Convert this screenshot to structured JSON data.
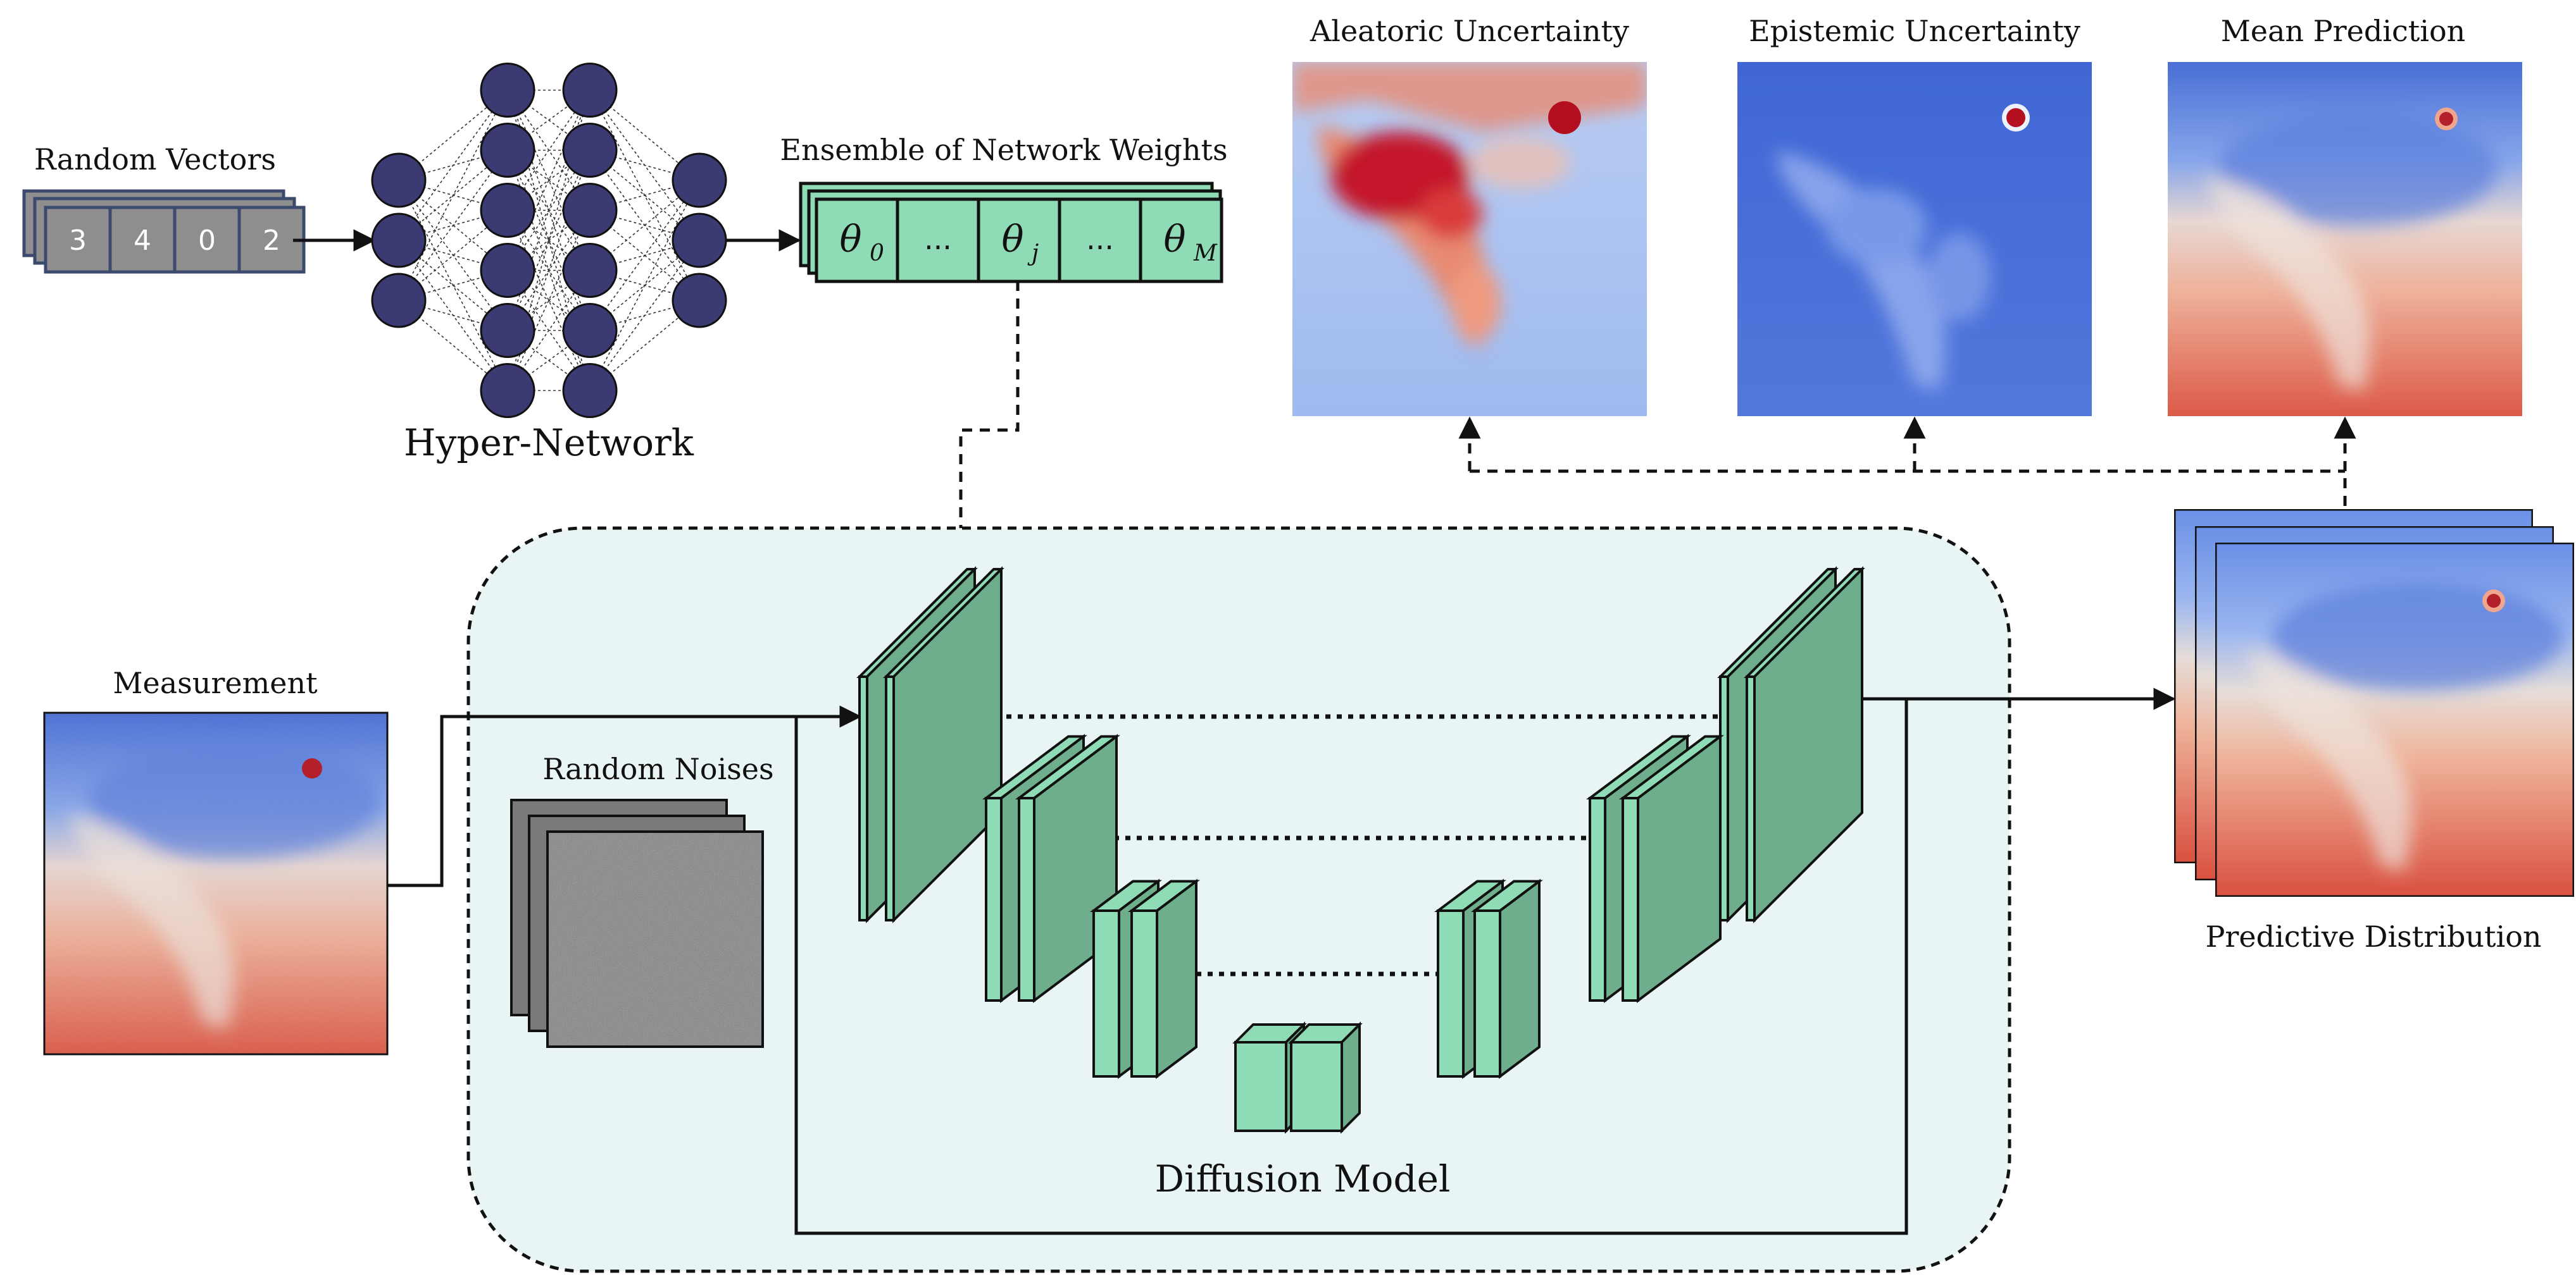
{
  "labels": {
    "random_vectors": "Random Vectors",
    "hyper_network": "Hyper-Network",
    "ensemble_weights": "Ensemble of Network Weights",
    "aleatoric": "Aleatoric Uncertainty",
    "epistemic": "Epistemic Uncertainty",
    "mean_prediction": "Mean Prediction",
    "measurement": "Measurement",
    "random_noises": "Random Noises",
    "diffusion_model": "Diffusion Model",
    "predictive_distribution": "Predictive Distribution"
  },
  "random_vector_values": [
    "3",
    "4",
    "0",
    "2"
  ],
  "weights": {
    "theta_symbol": "θ",
    "cells": [
      {
        "sub": "0"
      },
      {
        "text": "..."
      },
      {
        "sub": "j"
      },
      {
        "text": "..."
      },
      {
        "sub": "M"
      }
    ]
  },
  "hyper_network_layers": [
    3,
    6,
    6,
    3
  ],
  "colors": {
    "node": "#3b3a73",
    "weights_fill": "#8edbb5",
    "block_front": "#6fae8d",
    "block_side": "#8edbb5",
    "diffusion_bg": "#e9f5f4",
    "vector_fill": "#8e8e8e",
    "vector_edge": "#3c4a6e"
  }
}
